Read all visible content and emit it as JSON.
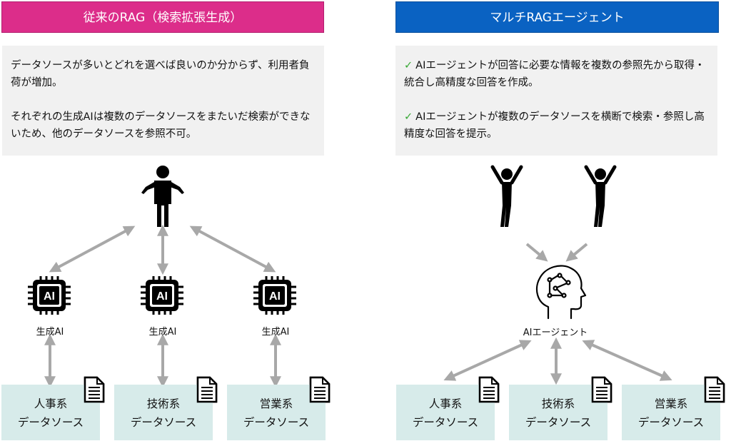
{
  "left": {
    "header": "従来のRAG（検索拡張生成）",
    "note_paragraphs": [
      "データソースが多いとどれを選べば良いのか分からず、利用者負荷が増加。",
      "それぞれの生成AIは複数のデータソースをまたいだ検索ができないため、他のデータソースを参照不可。"
    ],
    "chip_label": "生成AI",
    "data_sources": [
      {
        "line1": "人事系",
        "line2": "データソース"
      },
      {
        "line1": "技術系",
        "line2": "データソース"
      },
      {
        "line1": "営業系",
        "line2": "データソース"
      }
    ]
  },
  "right": {
    "header": "マルチRAGエージェント",
    "note_paragraphs": [
      "AIエージェントが回答に必要な情報を複数の参照先から取得・統合し高精度な回答を作成。",
      "AIエージェントが複数のデータソースを横断で検索・参照し高精度な回答を提示。"
    ],
    "check_mark": "✓",
    "agent_label": "AIエージェント",
    "data_sources": [
      {
        "line1": "人事系",
        "line2": "データソース"
      },
      {
        "line1": "技術系",
        "line2": "データソース"
      },
      {
        "line1": "営業系",
        "line2": "データソース"
      }
    ]
  },
  "chip_text": "AI",
  "colors": {
    "left_header": "#dc2d8a",
    "right_header": "#0a62c2",
    "note_bg": "#f1f1f1",
    "data_source_bg": "#d7ebea",
    "arrow": "#a8a8a8",
    "check": "#36a833"
  },
  "icons": [
    "person-shrug-icon",
    "person-cheer-icon",
    "ai-chip-icon",
    "ai-brain-head-icon",
    "document-icon"
  ]
}
